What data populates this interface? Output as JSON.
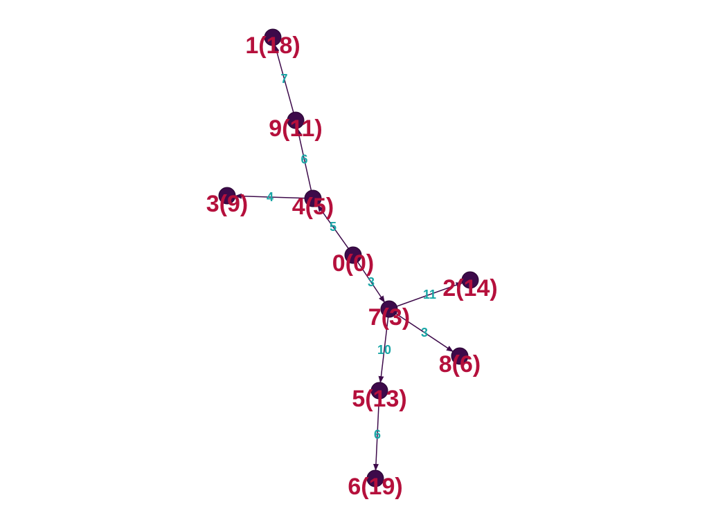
{
  "colors": {
    "node_fill": "#3d0a4a",
    "edge": "#3d0a4a",
    "node_label": "#b5103c",
    "edge_label": "#1aa6a6",
    "background": "#ffffff"
  },
  "nodes": [
    {
      "id": "0",
      "label": "0(0)"
    },
    {
      "id": "1",
      "label": "1(18)"
    },
    {
      "id": "2",
      "label": "2(14)"
    },
    {
      "id": "3",
      "label": "3(9)"
    },
    {
      "id": "4",
      "label": "4(5)"
    },
    {
      "id": "5",
      "label": "5(13)"
    },
    {
      "id": "6",
      "label": "6(19)"
    },
    {
      "id": "7",
      "label": "7(3)"
    },
    {
      "id": "8",
      "label": "8(6)"
    },
    {
      "id": "9",
      "label": "9(11)"
    }
  ],
  "edges": [
    {
      "source": "0",
      "target": "4",
      "weight": "5"
    },
    {
      "source": "4",
      "target": "9",
      "weight": "6"
    },
    {
      "source": "9",
      "target": "1",
      "weight": "7"
    },
    {
      "source": "4",
      "target": "3",
      "weight": "4"
    },
    {
      "source": "0",
      "target": "7",
      "weight": "3"
    },
    {
      "source": "7",
      "target": "2",
      "weight": "11"
    },
    {
      "source": "7",
      "target": "8",
      "weight": "3"
    },
    {
      "source": "7",
      "target": "5",
      "weight": "10"
    },
    {
      "source": "5",
      "target": "6",
      "weight": "6"
    }
  ]
}
